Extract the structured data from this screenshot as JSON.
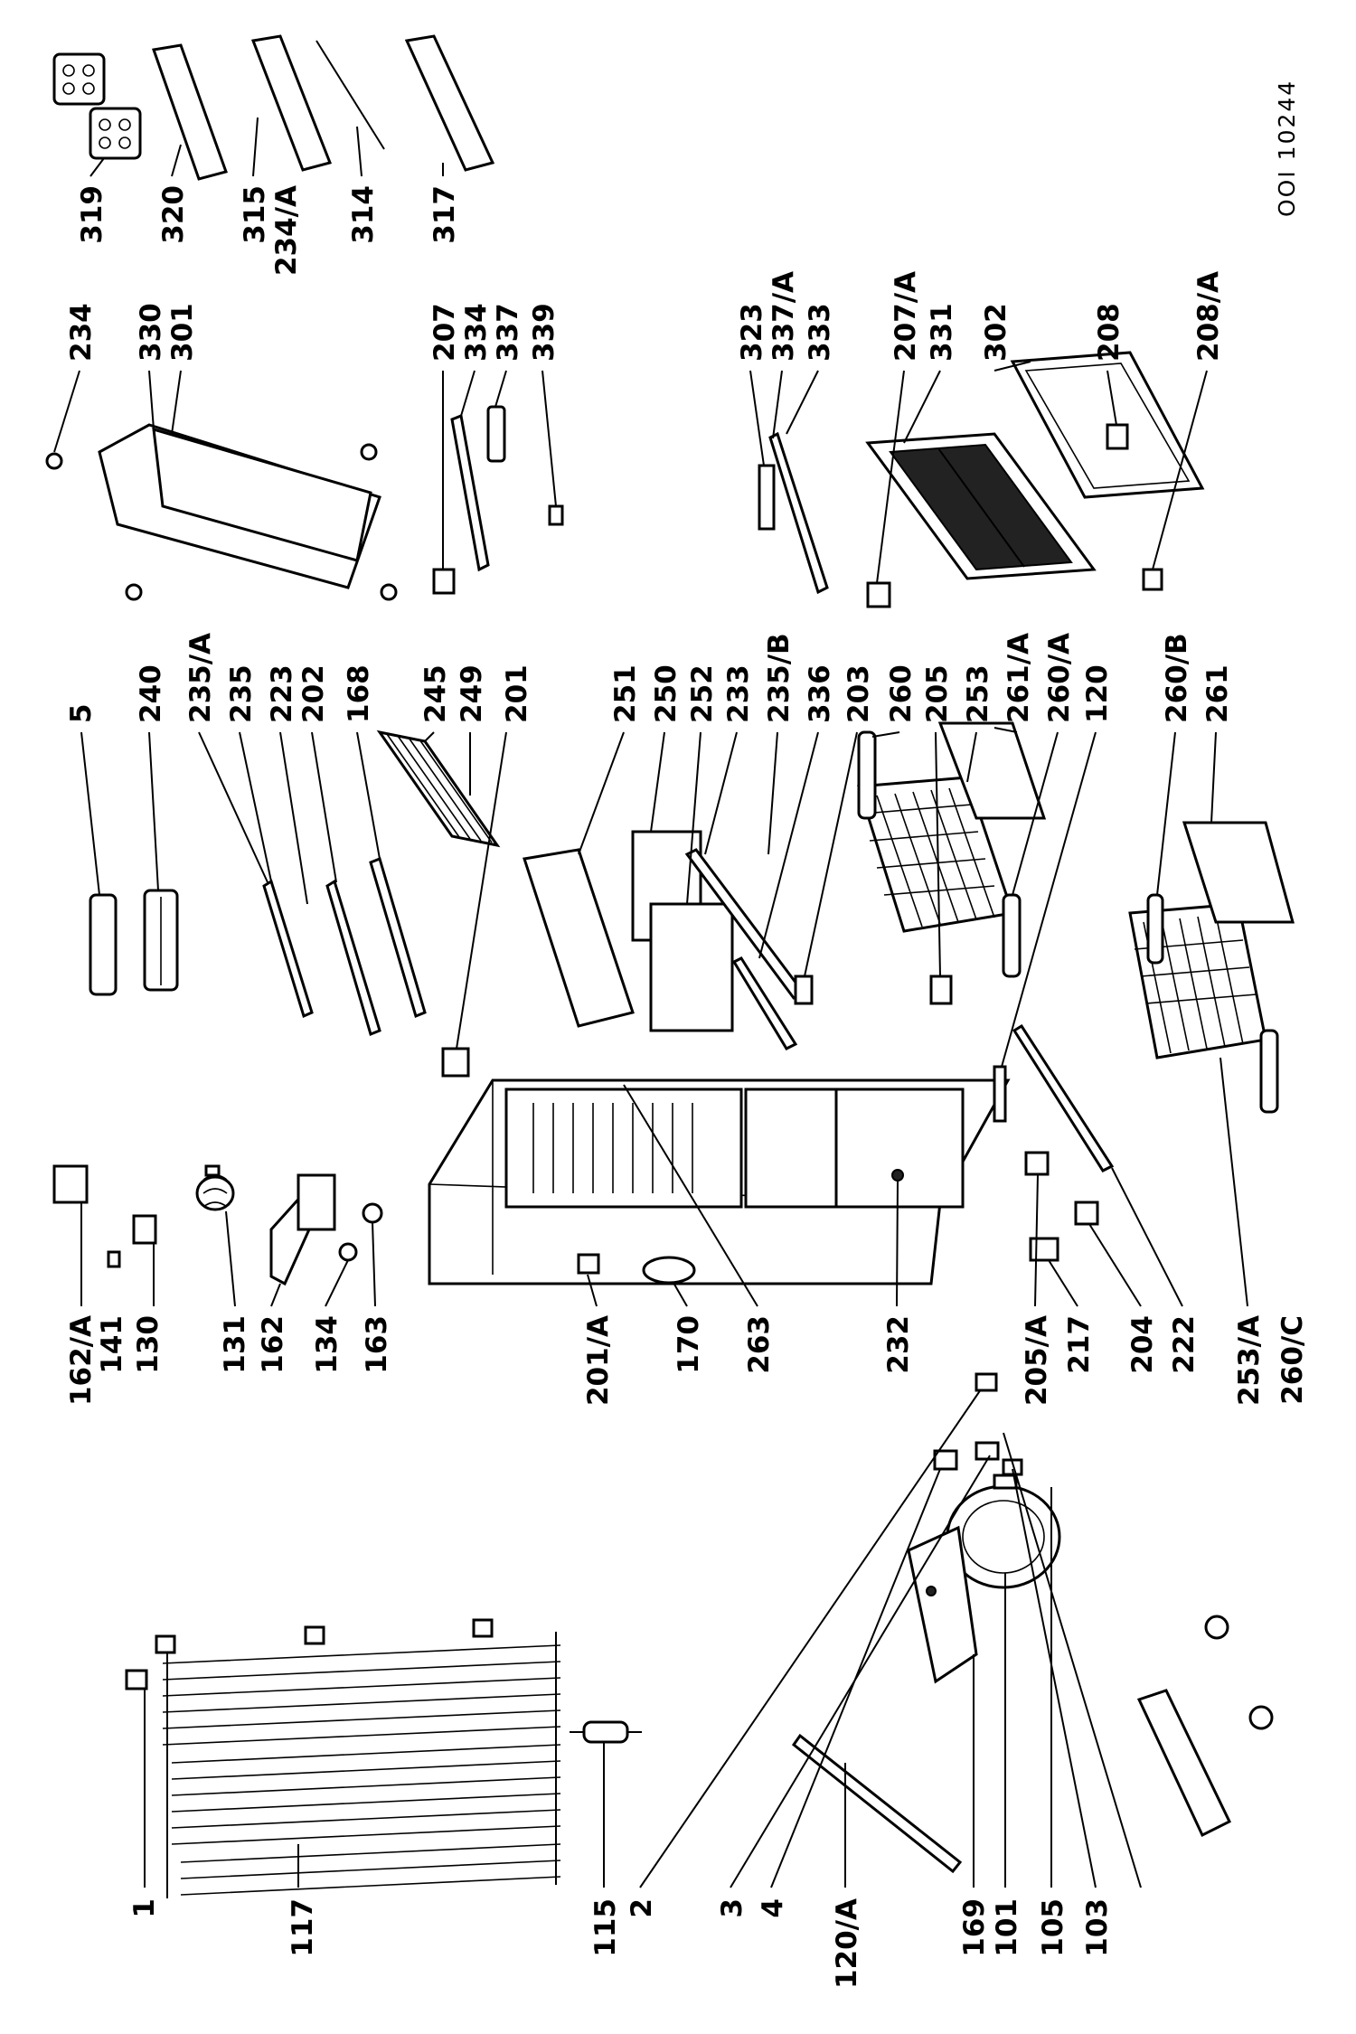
{
  "document_code": "OOI 10244",
  "labels": {
    "p1": "1",
    "p117": "117",
    "p115": "115",
    "p2": "2",
    "p3": "3",
    "p4": "4",
    "p120A": "120/A",
    "p169": "169",
    "p101": "101",
    "p105": "105",
    "p103": "103",
    "p162A": "162/A",
    "p141": "141",
    "p130": "130",
    "p131": "131",
    "p162": "162",
    "p134": "134",
    "p163": "163",
    "p201A": "201/A",
    "p170": "170",
    "p263": "263",
    "p232": "232",
    "p205A": "205/A",
    "p217": "217",
    "p204": "204",
    "p222": "222",
    "p253A": "253/A",
    "p260C": "260/C",
    "p5": "5",
    "p240": "240",
    "p235A": "235/A",
    "p235": "235",
    "p223": "223",
    "p202": "202",
    "p168": "168",
    "p245": "245",
    "p249": "249",
    "p201": "201",
    "p251": "251",
    "p250": "250",
    "p252": "252",
    "p233": "233",
    "p235B": "235/B",
    "p336": "336",
    "p203": "203",
    "p260": "260",
    "p205": "205",
    "p253": "253",
    "p261A": "261/A",
    "p260A": "260/A",
    "p120": "120",
    "p260B": "260/B",
    "p261": "261",
    "p234": "234",
    "p330": "330",
    "p301": "301",
    "p207": "207",
    "p334": "334",
    "p337": "337",
    "p339": "339",
    "p323": "323",
    "p337A": "337/A",
    "p333": "333",
    "p207A": "207/A",
    "p331": "331",
    "p302": "302",
    "p208": "208",
    "p208A": "208/A",
    "p319": "319",
    "p320": "320",
    "p315": "315",
    "p234A": "234/A",
    "p314": "314",
    "p317": "317"
  }
}
